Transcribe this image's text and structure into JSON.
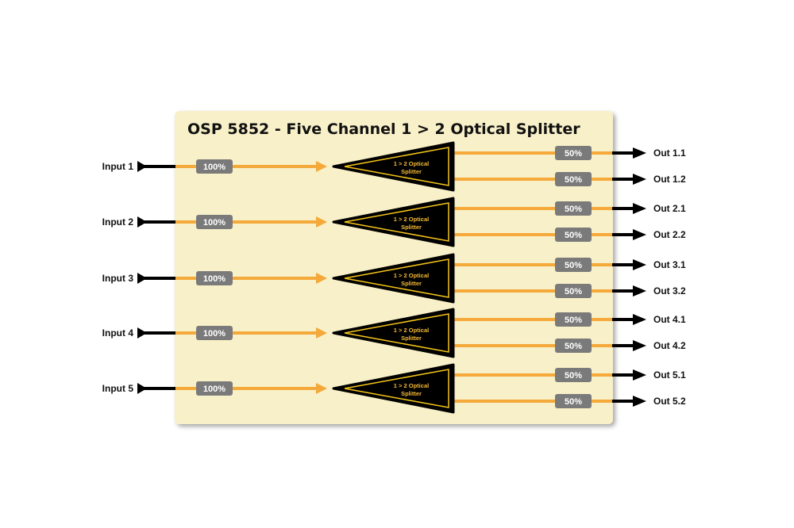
{
  "title": "OSP 5852 - Five Channel 1 > 2 Optical Splitter",
  "colors": {
    "panel": "#f8f0c8",
    "fiber": "#f4a93a",
    "badge": "#7a7a7a",
    "splitter": "#000000",
    "splitter_outline": "#f5c518"
  },
  "splitter_label_line1": "1 > 2 Optical",
  "splitter_label_line2": "Splitter",
  "channels": [
    {
      "input": "Input 1",
      "input_level": "100%",
      "outputs": [
        {
          "label": "Out 1.1",
          "level": "50%"
        },
        {
          "label": "Out 1.2",
          "level": "50%"
        }
      ]
    },
    {
      "input": "Input 2",
      "input_level": "100%",
      "outputs": [
        {
          "label": "Out 2.1",
          "level": "50%"
        },
        {
          "label": "Out 2.2",
          "level": "50%"
        }
      ]
    },
    {
      "input": "Input 3",
      "input_level": "100%",
      "outputs": [
        {
          "label": "Out 3.1",
          "level": "50%"
        },
        {
          "label": "Out 3.2",
          "level": "50%"
        }
      ]
    },
    {
      "input": "Input 4",
      "input_level": "100%",
      "outputs": [
        {
          "label": "Out 4.1",
          "level": "50%"
        },
        {
          "label": "Out 4.2",
          "level": "50%"
        }
      ]
    },
    {
      "input": "Input 5",
      "input_level": "100%",
      "outputs": [
        {
          "label": "Out 5.1",
          "level": "50%"
        },
        {
          "label": "Out 5.2",
          "level": "50%"
        }
      ]
    }
  ]
}
